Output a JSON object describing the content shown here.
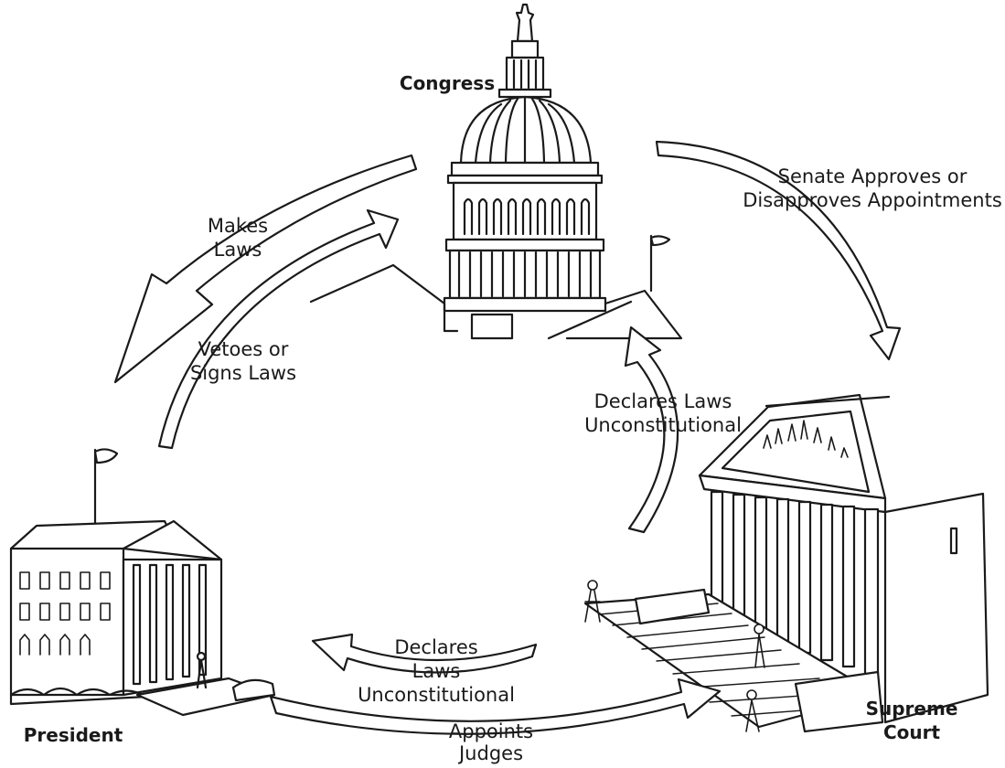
{
  "branches": {
    "congress": "Congress",
    "president": "President",
    "court_line1": "Supreme",
    "court_line2": "Court"
  },
  "relationships": {
    "makes_laws": [
      "Makes",
      "Laws"
    ],
    "vetoes_signs": [
      "Vetoes or",
      "Signs Laws"
    ],
    "senate_approves": [
      "Senate Approves or",
      "Disapproves Appointments"
    ],
    "court_declares_congress": [
      "Declares Laws",
      "Unconstitutional"
    ],
    "court_declares_president": [
      "Declares",
      "Laws",
      "Unconstitutional"
    ],
    "appoints_judges": [
      "Appoints",
      "Judges"
    ]
  },
  "colors": {
    "stroke": "#1a1a1a",
    "fill": "#ffffff"
  }
}
